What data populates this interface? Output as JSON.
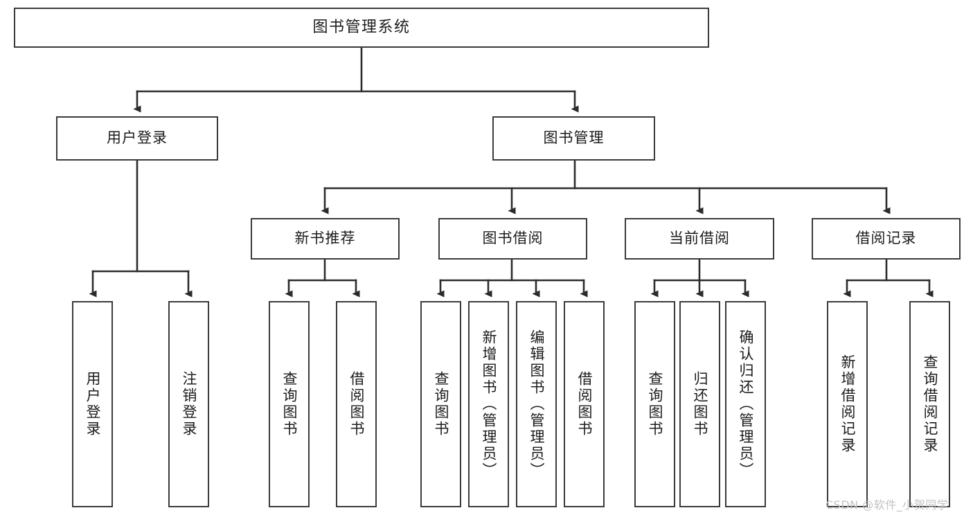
{
  "diagram": {
    "type": "tree-hierarchy",
    "title": "图书管理系统",
    "orientation": "top-down",
    "colors": {
      "node_border": "#3a3a3a",
      "node_fill": "#ffffff",
      "connector": "#2b2b2b",
      "text": "#1b1b1b",
      "watermark": "#c2c2c2",
      "background": "#ffffff"
    },
    "root": {
      "id": "root",
      "label": "图书管理系统"
    },
    "level1": [
      {
        "id": "n_user_login",
        "label": "用户登录"
      },
      {
        "id": "n_book_mgmt",
        "label": "图书管理"
      }
    ],
    "level2": [
      {
        "id": "n_new_book",
        "label": "新书推荐",
        "parent": "n_book_mgmt"
      },
      {
        "id": "n_borrow",
        "label": "图书借阅",
        "parent": "n_book_mgmt"
      },
      {
        "id": "n_current",
        "label": "当前借阅",
        "parent": "n_book_mgmt"
      },
      {
        "id": "n_records",
        "label": "借阅记录",
        "parent": "n_book_mgmt"
      }
    ],
    "leaves": [
      {
        "id": "l_user_login",
        "label": "用户登录",
        "parent": "n_user_login"
      },
      {
        "id": "l_user_logout",
        "label": "注销登录",
        "parent": "n_user_login"
      },
      {
        "id": "l_nb_query",
        "label": "查询图书",
        "parent": "n_new_book"
      },
      {
        "id": "l_nb_borrow",
        "label": "借阅图书",
        "parent": "n_new_book"
      },
      {
        "id": "l_bo_query",
        "label": "查询图书",
        "parent": "n_borrow"
      },
      {
        "id": "l_bo_add",
        "label": "新增图书（管理员）",
        "parent": "n_borrow"
      },
      {
        "id": "l_bo_edit",
        "label": "编辑图书（管理员）",
        "parent": "n_borrow"
      },
      {
        "id": "l_bo_borrow",
        "label": "借阅图书",
        "parent": "n_borrow"
      },
      {
        "id": "l_cu_query",
        "label": "查询图书",
        "parent": "n_current"
      },
      {
        "id": "l_cu_return",
        "label": "归还图书",
        "parent": "n_current"
      },
      {
        "id": "l_cu_confirm",
        "label": "确认归还（管理员）",
        "parent": "n_current"
      },
      {
        "id": "l_rc_add",
        "label": "新增借阅记录",
        "parent": "n_records"
      },
      {
        "id": "l_rc_query",
        "label": "查询借阅记录",
        "parent": "n_records"
      }
    ]
  },
  "watermark": {
    "text": "CSDN @软件_小贺同学"
  }
}
